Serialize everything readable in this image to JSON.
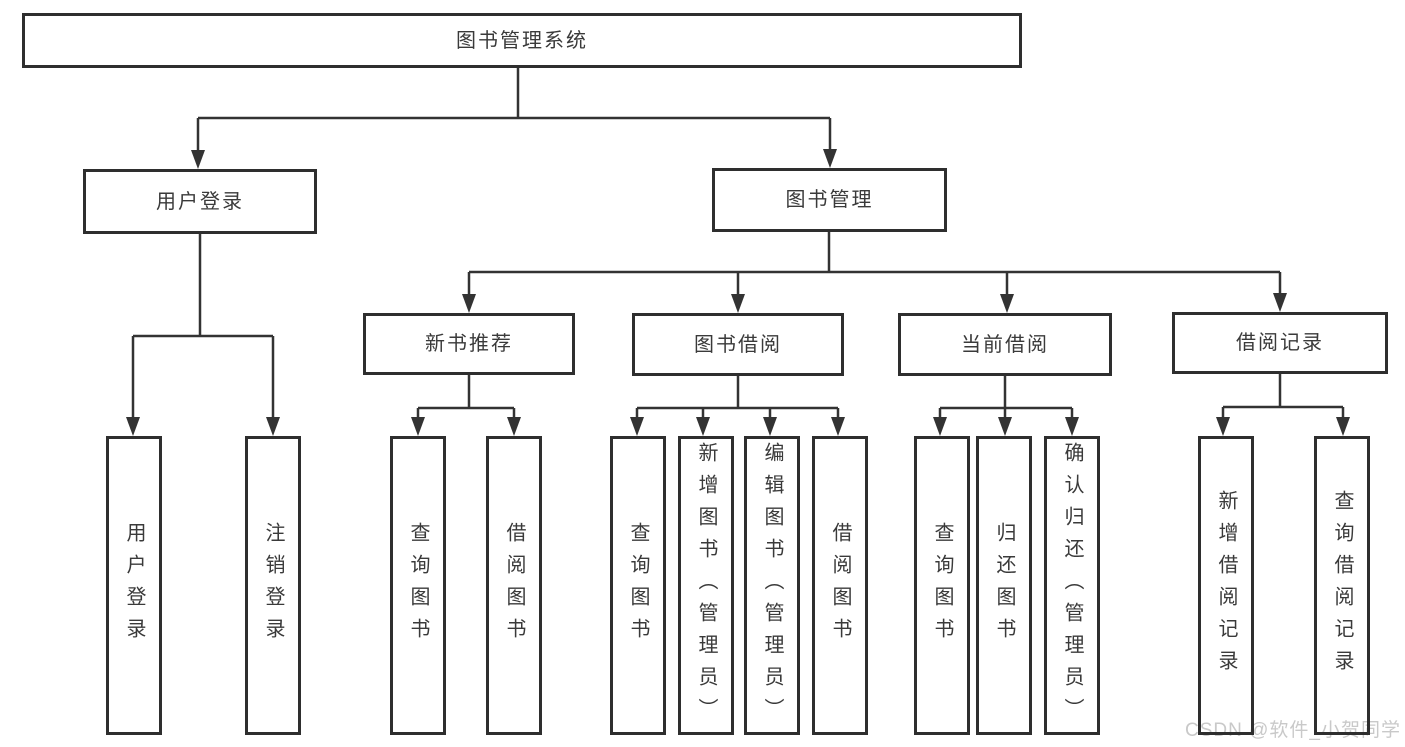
{
  "tree": {
    "root": {
      "label": "图书管理系统"
    },
    "branches": [
      {
        "label": "用户登录",
        "leaves": [
          {
            "label": "用户登录"
          },
          {
            "label": "注销登录"
          }
        ]
      },
      {
        "label": "图书管理",
        "groups": [
          {
            "label": "新书推荐",
            "leaves": [
              {
                "label": "查询图书"
              },
              {
                "label": "借阅图书"
              }
            ]
          },
          {
            "label": "图书借阅",
            "leaves": [
              {
                "label": "查询图书"
              },
              {
                "label": "新增图书（管理员）"
              },
              {
                "label": "编辑图书（管理员）"
              },
              {
                "label": "借阅图书"
              }
            ]
          },
          {
            "label": "当前借阅",
            "leaves": [
              {
                "label": "查询图书"
              },
              {
                "label": "归还图书"
              },
              {
                "label": "确认归还（管理员）"
              }
            ]
          },
          {
            "label": "借阅记录",
            "leaves": [
              {
                "label": "新增借阅记录"
              },
              {
                "label": "查询借阅记录"
              }
            ]
          }
        ]
      }
    ]
  },
  "watermark": {
    "text": "CSDN @软件_小贺同学"
  },
  "colors": {
    "line": "#333333",
    "box_border": "#2e2e2e",
    "text": "#3a3a3a",
    "watermark": "#c9c9c9",
    "background": "#ffffff"
  }
}
